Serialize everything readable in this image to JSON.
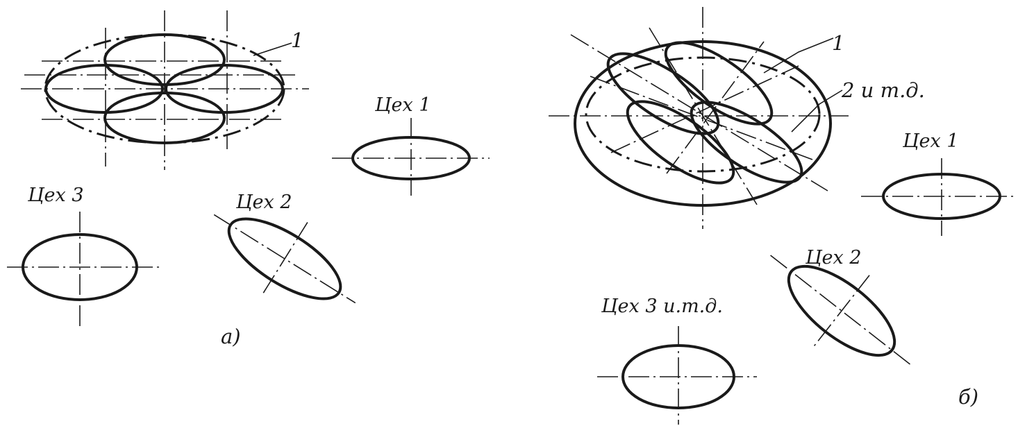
{
  "panel_a": {
    "label_callout": "1",
    "label_shop1": "Цех 1",
    "label_shop2": "Цех 2",
    "label_shop3": "Цех 3",
    "caption": "а)"
  },
  "panel_b": {
    "label_callout1": "1",
    "label_callout2": "2 и т.д.",
    "label_shop1": "Цех 1",
    "label_shop2": "Цех 2",
    "label_shop3": "Цех 3 и.т.д.",
    "caption": "б)"
  },
  "colors": {
    "ink": "#1a1a1a",
    "paper": "#ffffff"
  }
}
